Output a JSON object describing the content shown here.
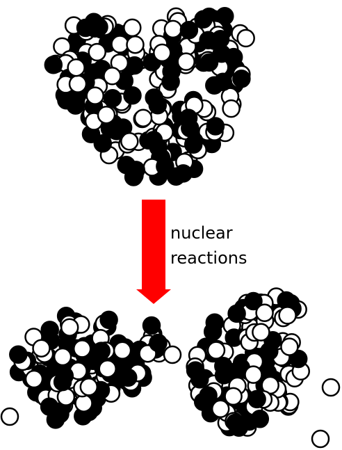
{
  "label": {
    "line1": "nuclear",
    "line2": "reactions"
  },
  "colors": {
    "arrow": "#ff0000",
    "proton": "#000000",
    "neutron": "#ffffff",
    "outline": "#000000"
  },
  "clusters": {
    "parent_nucleus": {
      "description": "large nucleus",
      "seed": 17
    },
    "fragment_left": {
      "seed": 91
    },
    "fragment_right": {
      "seed": 53
    }
  }
}
